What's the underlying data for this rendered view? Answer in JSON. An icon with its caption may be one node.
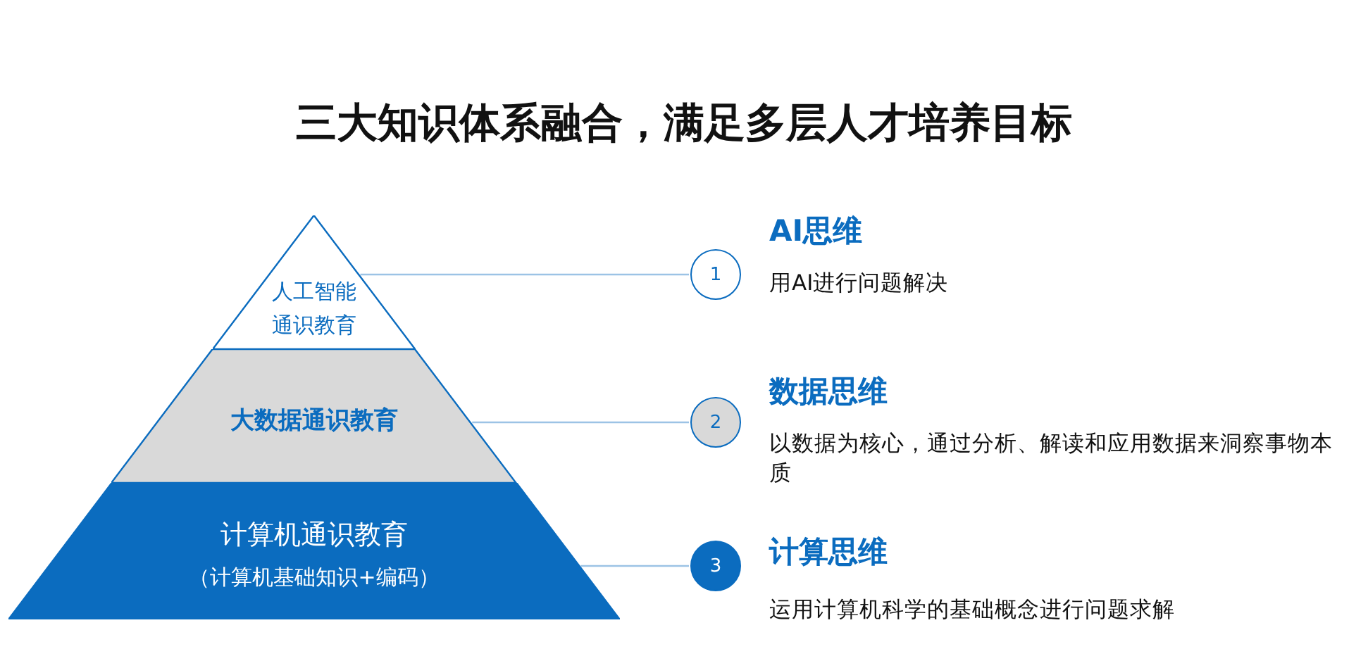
{
  "diagram": {
    "title": "三大知识体系融合，满足多层人才培养目标",
    "nodes": [
      {
        "text": [
          "人工智能通识教育"
        ]
      },
      {
        "text": [
          "大数据通识教育"
        ]
      },
      {
        "text": [
          "计算机通识教育",
          "（计算机基础知识+编码）"
        ]
      },
      {
        "text": [
          "1"
        ],
        "beside": [
          "AI思维",
          "用AI进行问题解决"
        ]
      },
      {
        "text": [
          "2"
        ],
        "beside": [
          "数据思维",
          "以数据为核心，通过分析、解读和应用数据来洞察事物本质"
        ]
      },
      {
        "text": [
          "3"
        ],
        "beside": [
          "计算思维",
          "运用计算机科学的基础概念进行问题求解"
        ]
      }
    ],
    "edges": [
      {
        "from": 0,
        "to": 3,
        "arrow": "none"
      },
      {
        "from": 1,
        "to": 4,
        "arrow": "none"
      },
      {
        "from": 2,
        "to": 5,
        "arrow": "none"
      }
    ]
  }
}
